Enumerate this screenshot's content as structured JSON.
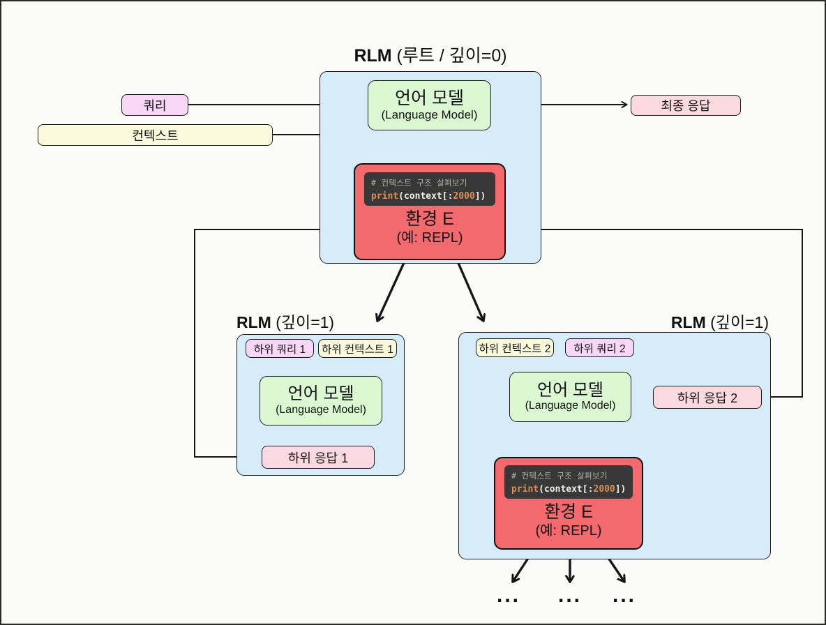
{
  "colors": {
    "background": "#fbfbf8",
    "container_blue": "#d7ecf9",
    "model_green": "#dcf8d3",
    "query_pink": "#f8d7f6",
    "context_yellow": "#fbfadc",
    "response_pink": "#fbd9e0",
    "env_red": "#f2696e",
    "code_bg": "#383838",
    "code_comment": "#b4b4ac",
    "code_text": "#f2f0ea",
    "code_accent": "#d98f54",
    "line_black": "#161616"
  },
  "root": {
    "title_bold": "RLM",
    "title_rest": " (루트 / 깊이=0)",
    "query_label": "쿼리",
    "context_label": "컨텍스트",
    "final_response_label": "최종 응답",
    "lm_title": "언어 모델",
    "lm_subtitle": "(Language Model)",
    "env_code": {
      "comment": "# 컨텍스트 구조 살펴보기",
      "fn": "print",
      "args_pre": "(context[:",
      "num": "2000",
      "args_post": "])"
    },
    "env_title": "환경 E",
    "env_subtitle": "(예: REPL)"
  },
  "child_left": {
    "title_bold": "RLM",
    "title_rest": " (깊이=1)",
    "query_label": "하위 쿼리 1",
    "context_label": "하위 컨텍스트 1",
    "lm_title": "언어 모델",
    "lm_subtitle": "(Language Model)",
    "response_label": "하위 응답 1"
  },
  "child_right": {
    "title_bold": "RLM",
    "title_rest": " (깊이=1)",
    "context_label": "하위 컨텍스트 2",
    "query_label": "하위 쿼리 2",
    "lm_title": "언어 모델",
    "lm_subtitle": "(Language Model)",
    "response_label": "하위 응답 2",
    "env_code": {
      "comment": "# 컨텍스트 구조 살펴보기",
      "fn": "print",
      "args_pre": "(context[:",
      "num": "2000",
      "args_post": "])"
    },
    "env_title": "환경 E",
    "env_subtitle": "(예: REPL)",
    "ellipsis": "..."
  }
}
